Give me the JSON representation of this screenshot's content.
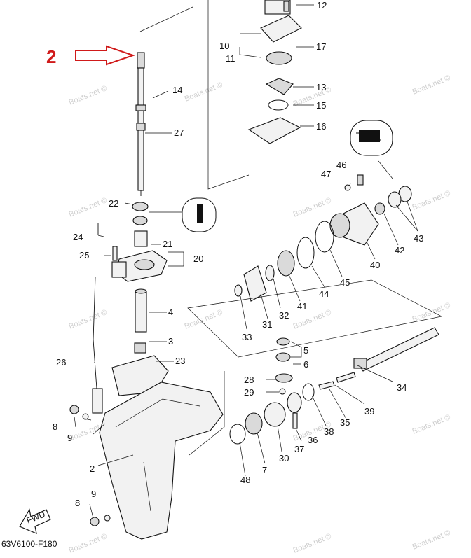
{
  "highlight": {
    "label": "2",
    "arrow_color": "#d01a1a"
  },
  "diagram_code": "63V6100-F180",
  "fwd_label": "FWD",
  "watermark": "Boats.net ©",
  "callouts": {
    "c2_top": "2",
    "c2": "2",
    "c3": "3",
    "c4": "4",
    "c5": "5",
    "c6": "6",
    "c7": "7",
    "c8a": "8",
    "c8b": "8",
    "c9a": "9",
    "c9b": "9",
    "c10": "10",
    "c11": "11",
    "c12": "12",
    "c13": "13",
    "c14": "14",
    "c15": "15",
    "c16": "16",
    "c17": "17",
    "c20": "20",
    "c21": "21",
    "c22": "22",
    "c23": "23",
    "c24": "24",
    "c25": "25",
    "c26": "26",
    "c27": "27",
    "c28": "28",
    "c29": "29",
    "c30": "30",
    "c31": "31",
    "c32": "32",
    "c33": "33",
    "c34": "34",
    "c35": "35",
    "c36": "36",
    "c37": "37",
    "c38": "38",
    "c39": "39",
    "c40": "40",
    "c41": "41",
    "c42": "42",
    "c43": "43",
    "c44": "44",
    "c45": "45",
    "c46": "46",
    "c47": "47",
    "c48": "48"
  }
}
